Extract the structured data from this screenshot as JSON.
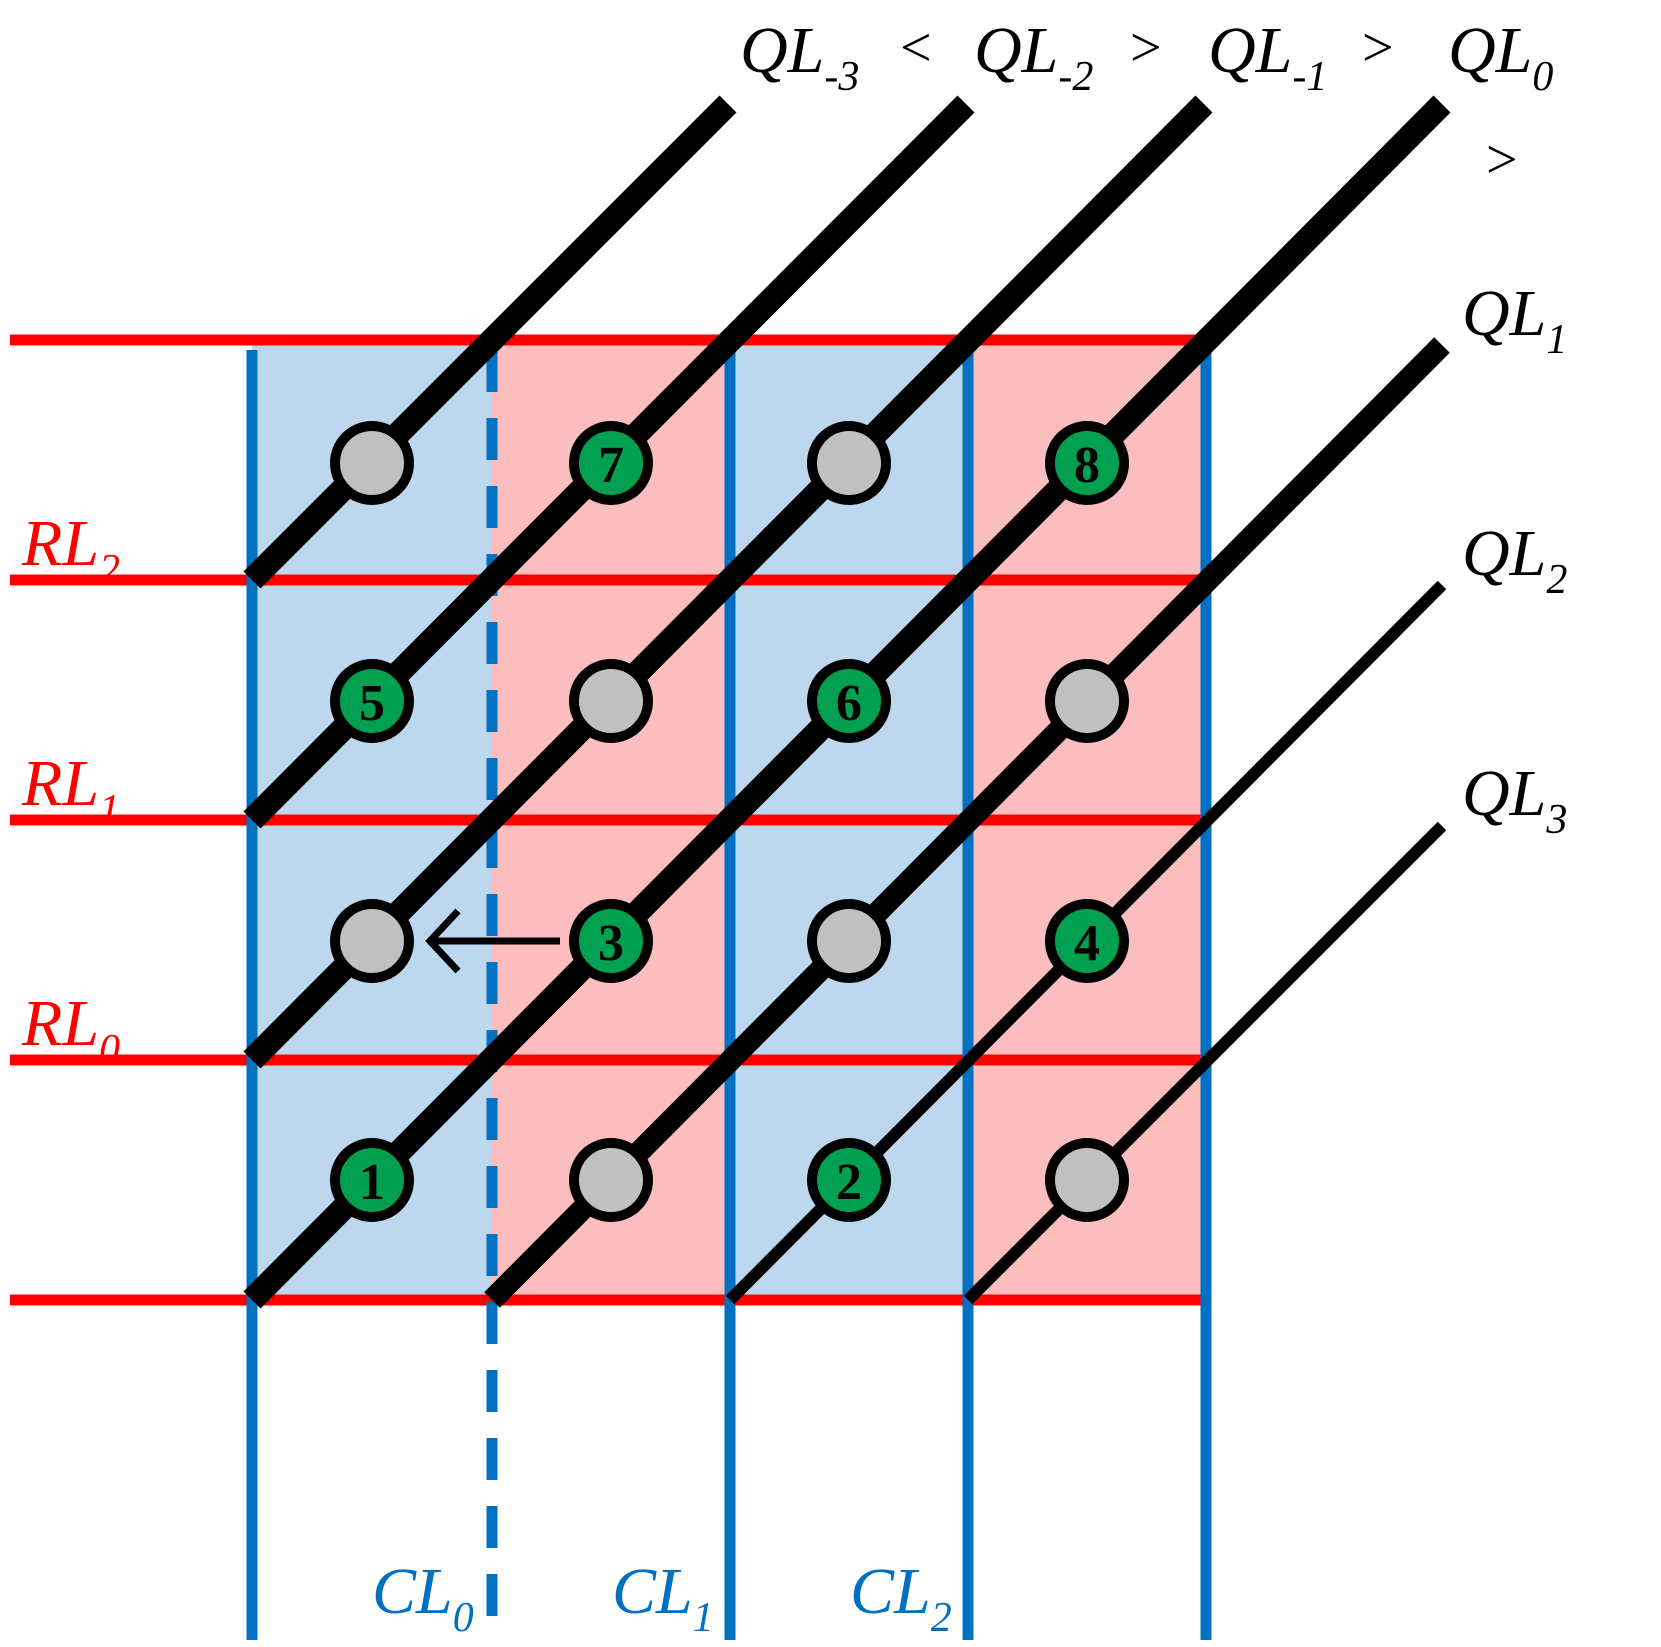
{
  "colors": {
    "red_line": "#ff0000",
    "blue_line": "#0070c0",
    "blue_cell": "#bdd7ee",
    "pink_cell": "#fbbdbd",
    "green_node": "#00a050",
    "gray_node": "#c0c0c0",
    "black": "#000000"
  },
  "row_labels": [
    {
      "base": "RL",
      "sub": "0"
    },
    {
      "base": "RL",
      "sub": "1"
    },
    {
      "base": "RL",
      "sub": "2"
    }
  ],
  "column_labels": [
    {
      "base": "CL",
      "sub": "0"
    },
    {
      "base": "CL",
      "sub": "1"
    },
    {
      "base": "CL",
      "sub": "2"
    }
  ],
  "diagonal_labels": [
    {
      "base": "QL",
      "sub": "-3"
    },
    {
      "base": "QL",
      "sub": "-2"
    },
    {
      "base": "QL",
      "sub": "-1"
    },
    {
      "base": "QL",
      "sub": "0"
    },
    {
      "base": "QL",
      "sub": "1"
    },
    {
      "base": "QL",
      "sub": "2"
    },
    {
      "base": "QL",
      "sub": "3"
    }
  ],
  "comparisons": [
    "<",
    ">",
    ">",
    ">"
  ],
  "cell_colors": [
    [
      "blue",
      "pink",
      "blue",
      "pink"
    ],
    [
      "blue",
      "pink",
      "blue",
      "pink"
    ],
    [
      "blue",
      "pink",
      "blue",
      "pink"
    ],
    [
      "blue",
      "pink",
      "blue",
      "pink"
    ]
  ],
  "nodes": [
    [
      "1",
      "",
      "2",
      ""
    ],
    [
      "",
      "3",
      "",
      "4"
    ],
    [
      "5",
      "",
      "6",
      ""
    ],
    [
      "",
      "7",
      "",
      "8"
    ]
  ],
  "arrow": {
    "from_col": 1,
    "to_col": 0,
    "row": 1
  }
}
